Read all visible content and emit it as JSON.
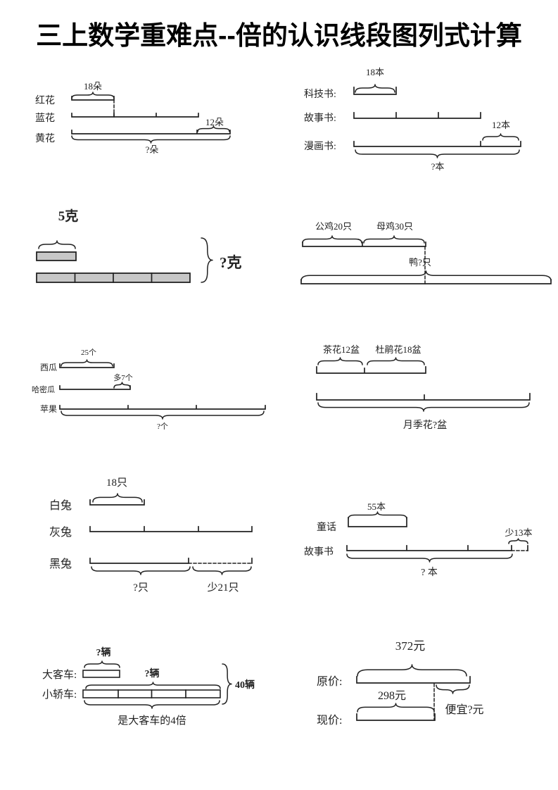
{
  "page": {
    "title": "三上数学重难点--倍的认识线段图列式计算"
  },
  "colors": {
    "ink": "#222222",
    "bar_gray": "#c7c7c7"
  },
  "diagrams": {
    "flowers": {
      "red_label": "红花",
      "blue_label": "蓝花",
      "yellow_label": "黄花",
      "red_count": "18朵",
      "extra_count": "12朵",
      "total_count": "?朵"
    },
    "books_sci": {
      "sci_label": "科技书:",
      "story_label": "故事书:",
      "comic_label": "漫画书:",
      "sci_count": "18本",
      "extra_count": "12本",
      "total_count": "?本"
    },
    "grams": {
      "small_value": "5克",
      "total_value": "?克"
    },
    "poultry": {
      "rooster_label": "公鸡20只",
      "hen_label": "母鸡30只",
      "duck_label": "鸭?只"
    },
    "melons": {
      "watermelon_label": "西瓜",
      "hami_label": "哈密瓜",
      "apple_label": "苹果",
      "watermelon_count": "25个",
      "more_count": "多7个",
      "total_count": "?个"
    },
    "pots": {
      "camellia_label": "茶花12盆",
      "azalea_label": "杜鹃花18盆",
      "rose_label": "月季花?盆"
    },
    "rabbits": {
      "white_label": "白兔",
      "gray_label": "灰兔",
      "black_label": "黑兔",
      "white_count": "18只",
      "black_count": "?只",
      "less_count": "少21只"
    },
    "books_fairy": {
      "fairy_label": "童话",
      "story_label": "故事书",
      "fairy_count": "55本",
      "less_count": "少13本",
      "total_count": "? 本"
    },
    "vehicles": {
      "bus_label": "大客车:",
      "car_label": "小轿车:",
      "bus_count": "?辆",
      "car_count": "?辆",
      "total_count": "40辆",
      "times_note": "是大客车的4倍"
    },
    "prices": {
      "original_label": "原价:",
      "current_label": "现价:",
      "original_value": "372元",
      "current_value": "298元",
      "cheaper_value": "便宜?元"
    }
  }
}
